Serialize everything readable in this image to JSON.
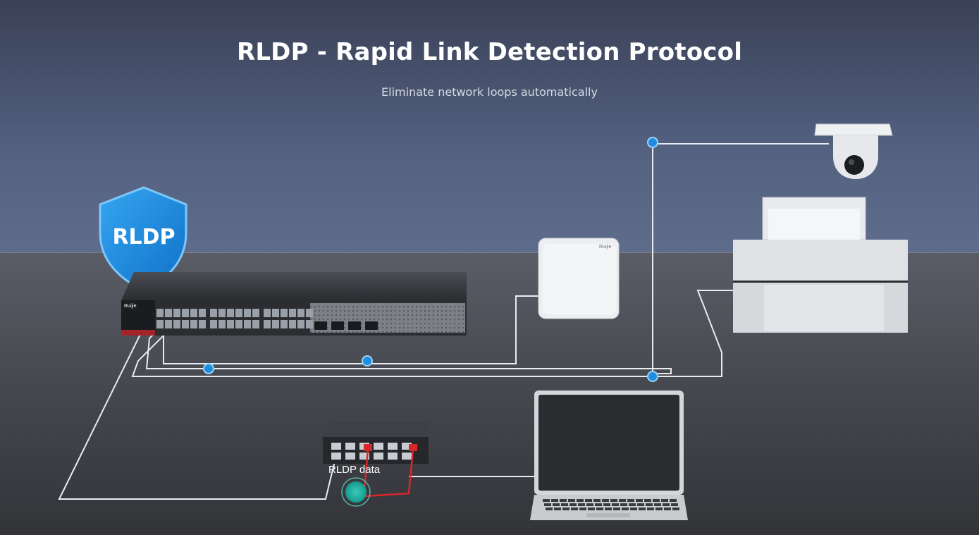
{
  "header": {
    "title": "RLDP - Rapid Link Detection Protocol",
    "subtitle": "Eliminate network loops automatically"
  },
  "badge": {
    "label": "RLDP",
    "icon": "shield-icon"
  },
  "devices": {
    "main_switch": {
      "brand": "Ruijie",
      "icon": "rack-switch-icon"
    },
    "access_point": {
      "brand": "Ruijie",
      "icon": "access-point-icon"
    },
    "camera": {
      "icon": "dome-camera-icon"
    },
    "printer": {
      "icon": "printer-icon"
    },
    "small_switch": {
      "icon": "desktop-switch-icon"
    },
    "laptop": {
      "icon": "laptop-icon"
    }
  },
  "loop": {
    "label": "RLDP data"
  },
  "colors": {
    "accent": "#1e8fe0",
    "loop_line": "#d8262b",
    "loop_node": "#1fb3a1",
    "link_line": "#e8ecf2"
  }
}
